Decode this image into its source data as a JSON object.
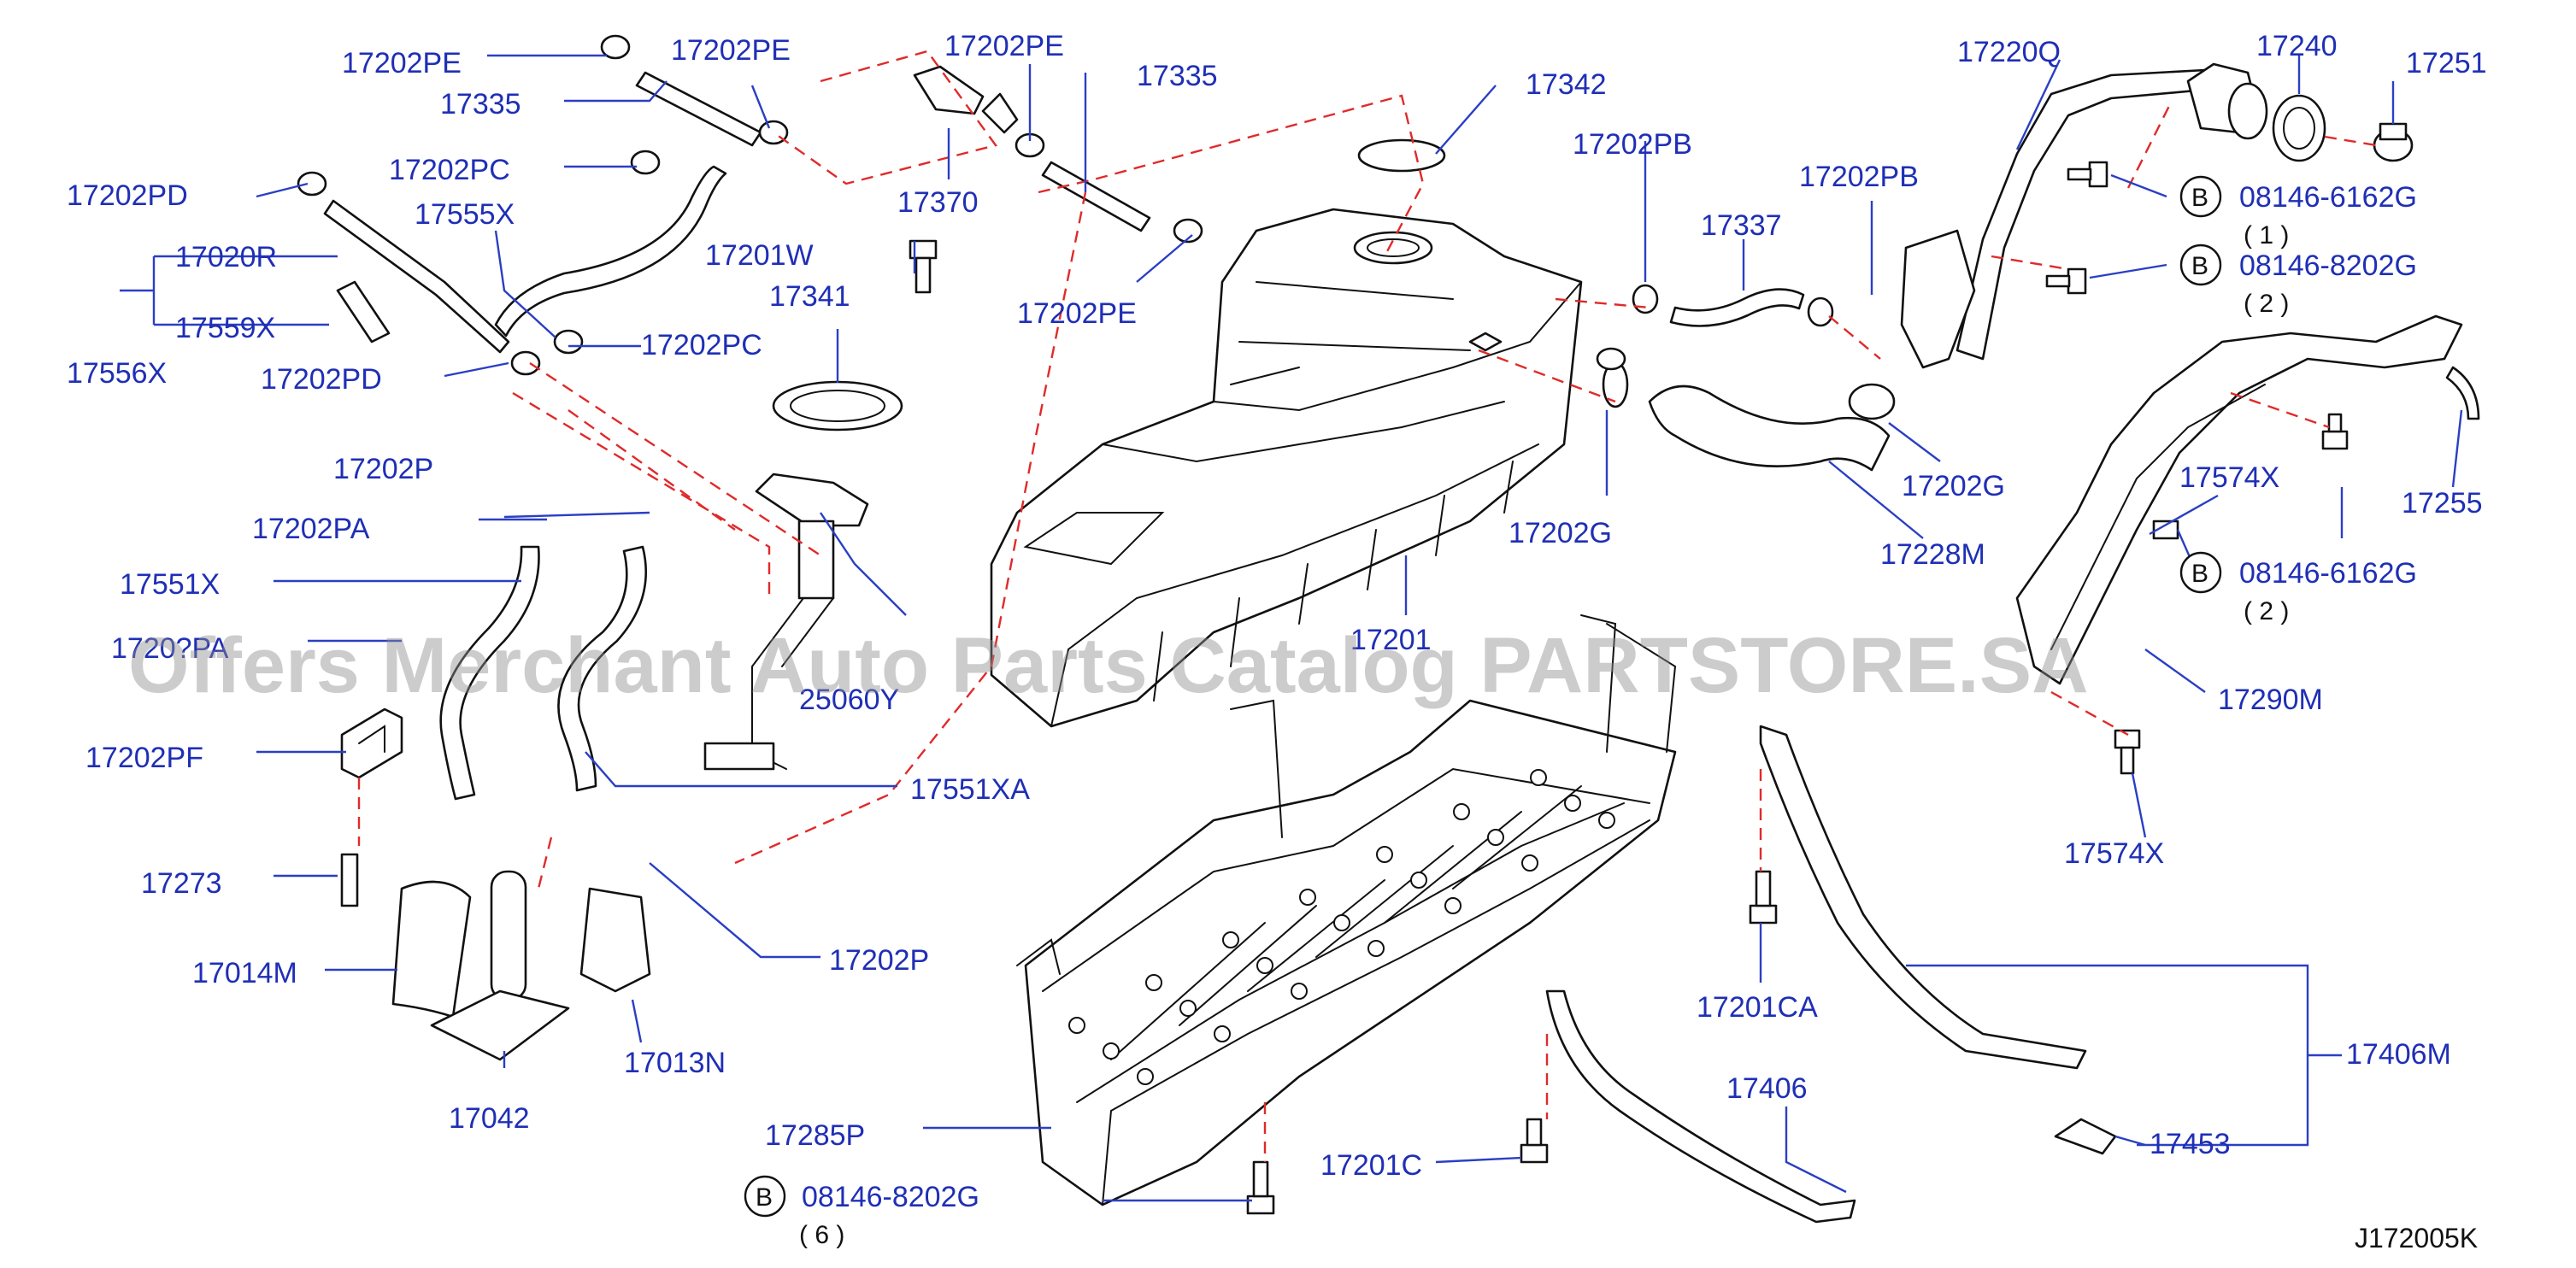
{
  "diagram": {
    "reference_code": "J172005K",
    "watermark": "Offers Merchant Auto Parts Catalog PARTSTORE.SA",
    "labels": [
      {
        "id": "l1",
        "text": "17202PE"
      },
      {
        "id": "l2",
        "text": "17202PE"
      },
      {
        "id": "l3",
        "text": "17202PE"
      },
      {
        "id": "l4",
        "text": "17335"
      },
      {
        "id": "l5",
        "text": "17335"
      },
      {
        "id": "l6",
        "text": "17342"
      },
      {
        "id": "l7",
        "text": "17202PD"
      },
      {
        "id": "l8",
        "text": "17202PC"
      },
      {
        "id": "l9",
        "text": "17555X"
      },
      {
        "id": "l10",
        "text": "17370"
      },
      {
        "id": "l11",
        "text": "17020R"
      },
      {
        "id": "l12",
        "text": "17559X"
      },
      {
        "id": "l13",
        "text": "17556X"
      },
      {
        "id": "l14",
        "text": "17201W"
      },
      {
        "id": "l15",
        "text": "17341"
      },
      {
        "id": "l16",
        "text": "17202PE"
      },
      {
        "id": "l17",
        "text": "17202PC"
      },
      {
        "id": "l18",
        "text": "17202PD"
      },
      {
        "id": "l19",
        "text": "17202P"
      },
      {
        "id": "l20",
        "text": "17202PA"
      },
      {
        "id": "l21",
        "text": "17551X"
      },
      {
        "id": "l22",
        "text": "1720?PA"
      },
      {
        "id": "l23",
        "text": "17202PF"
      },
      {
        "id": "l24",
        "text": "25060Y"
      },
      {
        "id": "l25",
        "text": "17551XA"
      },
      {
        "id": "l26",
        "text": "17273"
      },
      {
        "id": "l27",
        "text": "17014M"
      },
      {
        "id": "l28",
        "text": "17202P"
      },
      {
        "id": "l29",
        "text": "17013N"
      },
      {
        "id": "l30",
        "text": "17042"
      },
      {
        "id": "l31",
        "text": "17285P"
      },
      {
        "id": "l32",
        "text": "17201C"
      },
      {
        "id": "l33",
        "text": "17202PB"
      },
      {
        "id": "l34",
        "text": "17202PB"
      },
      {
        "id": "l35",
        "text": "17337"
      },
      {
        "id": "l36",
        "text": "17202G"
      },
      {
        "id": "l37",
        "text": "17202G"
      },
      {
        "id": "l38",
        "text": "17228M"
      },
      {
        "id": "l39",
        "text": "17201"
      },
      {
        "id": "l40",
        "text": "17220Q"
      },
      {
        "id": "l41",
        "text": "17240"
      },
      {
        "id": "l42",
        "text": "17251"
      },
      {
        "id": "l43",
        "text": "17255"
      },
      {
        "id": "l44",
        "text": "17574X"
      },
      {
        "id": "l45",
        "text": "17290M"
      },
      {
        "id": "l46",
        "text": "17574X"
      },
      {
        "id": "l47",
        "text": "17201CA"
      },
      {
        "id": "l48",
        "text": "17406M"
      },
      {
        "id": "l49",
        "text": "17406"
      },
      {
        "id": "l50",
        "text": "17453"
      }
    ],
    "bolt_callouts": [
      {
        "id": "b1",
        "marker": "B",
        "code": "08146-6162G",
        "qty": "( 1 )"
      },
      {
        "id": "b2",
        "marker": "B",
        "code": "08146-8202G",
        "qty": "( 2 )"
      },
      {
        "id": "b3",
        "marker": "B",
        "code": "08146-6162G",
        "qty": "( 2 )"
      },
      {
        "id": "b4",
        "marker": "B",
        "code": "08146-8202G",
        "qty": "( 6 )"
      }
    ]
  }
}
